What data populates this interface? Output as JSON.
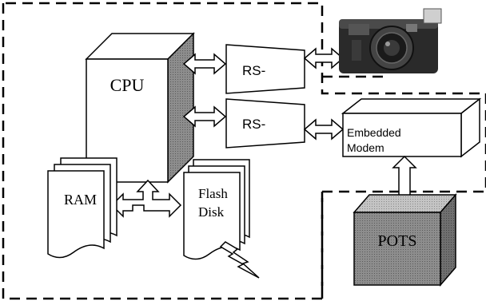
{
  "diagram": {
    "cpu_label": "CPU",
    "rs_top_label": "RS-",
    "rs_bottom_label": "RS-",
    "ram_label": "RAM",
    "flash_label_line1": "Flash",
    "flash_label_line2": "Disk",
    "modem_label_line1": "Embedded",
    "modem_label_line2": "Modem",
    "pots_label": "POTS",
    "camera_icon": "camera-icon",
    "lightning_icon": "lightning-icon",
    "colors": {
      "line": "#000000",
      "cpu_side": "#9a9a9a",
      "pots_front": "#8a8a8a",
      "pots_top": "#bdbdbd",
      "pots_side": "#6e6e6e",
      "camera_body": "#2a2a2a"
    }
  }
}
